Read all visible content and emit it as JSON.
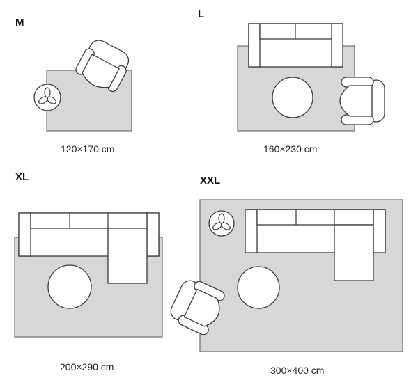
{
  "panels": {
    "m": {
      "size": "M",
      "dimensions": "120×170 cm"
    },
    "l": {
      "size": "L",
      "dimensions": "160×230 cm"
    },
    "xl": {
      "size": "XL",
      "dimensions": "200×290 cm"
    },
    "xxl": {
      "size": "XXL",
      "dimensions": "300×400 cm"
    }
  },
  "colors": {
    "rug_fill": "#d7d7d7",
    "rug_stroke": "#6f6f6f",
    "furniture_fill": "#ffffff",
    "furniture_stroke": "#3a3a3a"
  },
  "icons": [
    "armchair-icon",
    "plant-table-icon",
    "sofa-icon",
    "corner-sofa-icon",
    "round-table-icon"
  ]
}
